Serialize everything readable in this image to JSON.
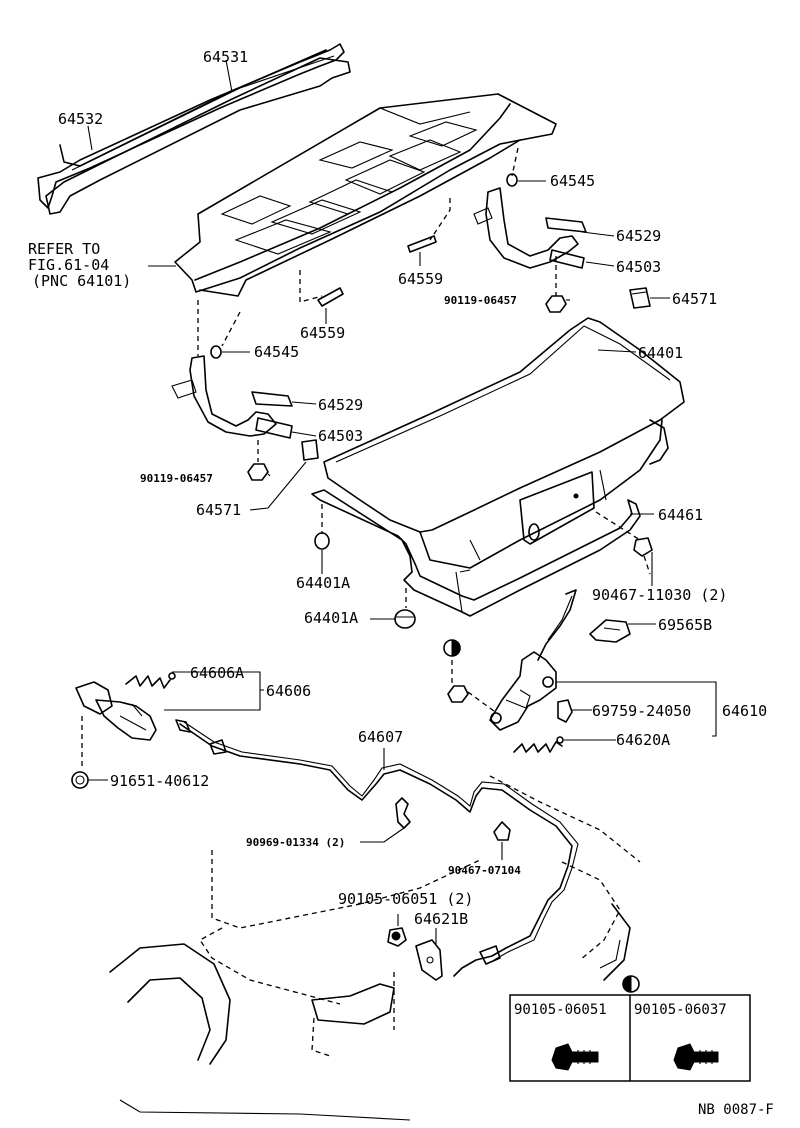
{
  "labels": {
    "p64531": "64531",
    "p64532": "64532",
    "refer_line1": "REFER TO",
    "refer_line2": "FIG.61-04",
    "refer_line3": "(PNC 64101)",
    "p64545_a": "64545",
    "p64529_a": "64529",
    "p64559_a": "64559",
    "p64503_a": "64503",
    "p90119_a": "90119-06457",
    "p64571_a": "64571",
    "p64559_b": "64559",
    "p64545_b": "64545",
    "p64401": "64401",
    "p64529_b": "64529",
    "p64503_b": "64503",
    "p90119_b": "90119-06457",
    "p64571_b": "64571",
    "p64461": "64461",
    "p64401A_a": "64401A",
    "p90467_11030": "90467-11030 (2)",
    "p64401A_b": "64401A",
    "p69565B": "69565B",
    "p64606A": "64606A",
    "p64606": "64606",
    "p69759": "69759-24050",
    "p64610": "64610",
    "p64620A": "64620A",
    "p64607": "64607",
    "p91651": "91651-40612",
    "p90969": "90969-01334 (2)",
    "p90467_07104": "90467-07104",
    "p90105_06051_2": "90105-06051 (2)",
    "p64621B": "64621B",
    "table_col1": "90105-06051",
    "table_col2": "90105-06037",
    "footer": "NB 0087-F"
  }
}
